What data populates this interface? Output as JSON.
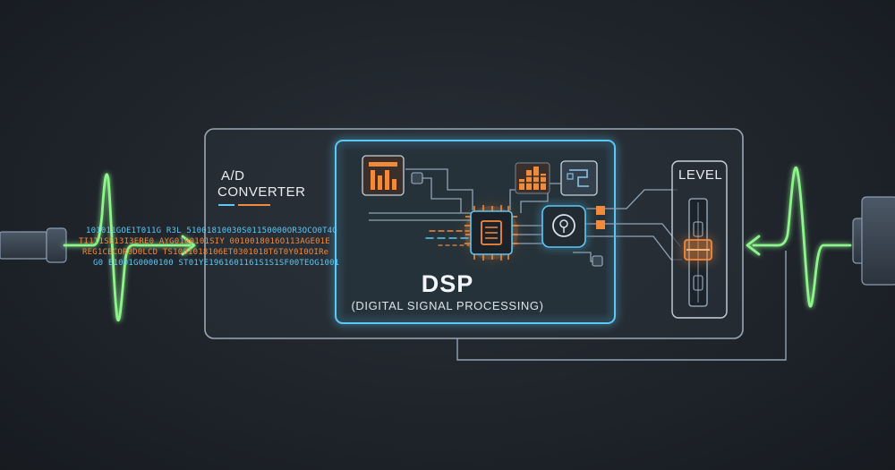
{
  "labels": {
    "ad_line1": "A/D",
    "ad_line2": "CONVERTER",
    "level": "LEVEL",
    "dsp_title": "DSP",
    "dsp_subtitle": "(DIGITAL SIGNAL PROCESSING)"
  },
  "bitstream": {
    "row1": "101011GOE1T011G R3L 51001810030S01150000OR3OCO0T4G",
    "row2": "TI1T1SE13I3ERE0 AYG0100101SIY 0010018016O113AGE01E",
    "row3": "REG1CECOR0D0LCD TS1001018106ET0301018T6T0Y0I0OIRe",
    "row4": "G0 E1001G0000100 ST01YE1961601161S1S1SF00TEOG1001"
  },
  "colors": {
    "wave": "#8ef58c",
    "glow_blue": "#5bc8f5",
    "accent_orange": "#f28a3c",
    "panel_border": "#9aa7b4",
    "wire": "#8fa3b6"
  },
  "icons": [
    "bar-chart-icon",
    "equalizer-icon",
    "signal-block-icon",
    "dsp-chip-icon",
    "knob-icon",
    "fader-icon",
    "connector-icon"
  ]
}
